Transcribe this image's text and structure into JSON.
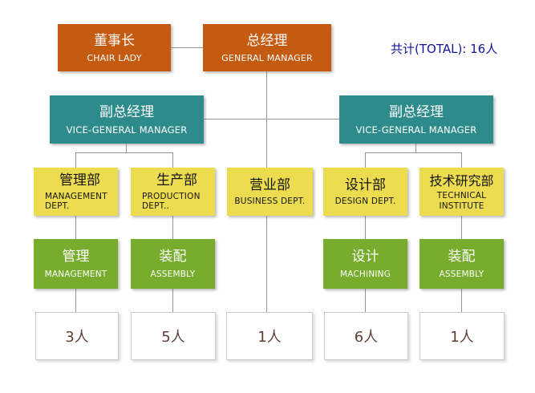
{
  "summary": {
    "total_label": "共计(TOTAL): 16人"
  },
  "colors": {
    "executive_box": "#c55a11",
    "vice_box": "#2e8b8c",
    "department_box": "#eddc4f",
    "team_box": "#77ac2c",
    "count_text": "#5e4133",
    "total_text": "#15159a",
    "connector": "#949494"
  },
  "nodes": {
    "chair": {
      "zh": "董事长",
      "en": "CHAIR LADY"
    },
    "general_manager": {
      "zh": "总经理",
      "en": "GENERAL MANAGER"
    },
    "vice_left": {
      "zh": "副总经理",
      "en": "VICE-GENERAL MANAGER"
    },
    "vice_right": {
      "zh": "副总经理",
      "en": "VICE-GENERAL MANAGER"
    },
    "departments": [
      {
        "zh": "管理部",
        "en": "MANAGEMENT DEPT."
      },
      {
        "zh": "生产部",
        "en": "PRODUCTION DEPT.."
      },
      {
        "zh": "营业部",
        "en": "BUSINESS DEPT."
      },
      {
        "zh": "设计部",
        "en": "DESIGN DEPT."
      },
      {
        "zh": "技术研究部",
        "en": "TECHNICAL INSTITUTE"
      }
    ],
    "teams": [
      {
        "zh": "管理",
        "en": "MANAGEMENT"
      },
      {
        "zh": "装配",
        "en": "ASSEMBLY"
      },
      {
        "zh": "设计",
        "en": "MACHINING"
      },
      {
        "zh": "装配",
        "en": "ASSEMBLY"
      }
    ],
    "counts": [
      {
        "label": "3人"
      },
      {
        "label": "5人"
      },
      {
        "label": "1人"
      },
      {
        "label": "6人"
      },
      {
        "label": "1人"
      }
    ]
  }
}
